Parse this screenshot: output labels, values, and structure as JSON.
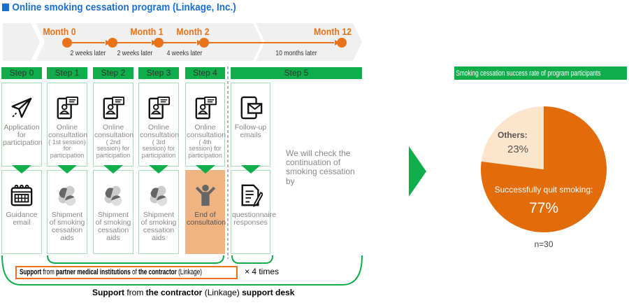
{
  "title": "Online smoking cessation program (Linkage, Inc.)",
  "timeline": {
    "months": [
      "Month 0",
      "Month 1",
      "Month 2",
      "Month 12"
    ],
    "intervals": [
      "2 weeks later",
      "2 weeks later",
      "4 weeks later",
      "10 months later"
    ]
  },
  "steps": [
    {
      "label": "Step 0",
      "top": "Application for participation",
      "bottom": "Guidance email"
    },
    {
      "label": "Step 1",
      "top": "Online consultation",
      "top_small": "( 1st session) for participation",
      "bottom": "Shipment of smoking cessation aids"
    },
    {
      "label": "Step 2",
      "top": "Online consultation",
      "top_small": "( 2nd session) for participation",
      "bottom": "Shipment of smoking cessation aids"
    },
    {
      "label": "Step 3",
      "top": "Online consultation",
      "top_small": "( 3rd session) for participation",
      "bottom": "Shipment of smoking cessation aids"
    },
    {
      "label": "Step 4",
      "top": "Online consultation",
      "top_small": "( 4th session) for participation",
      "bottom": "End of consultation"
    },
    {
      "label": "Step 5",
      "top": "Follow-up emails",
      "bottom": "questionnaire responses"
    }
  ],
  "note": "We will check the continuation of smoking cessation by",
  "support_partner": {
    "b1": "Support",
    "t1": " from ",
    "b2": "partner medical institutions",
    "t2": " of ",
    "b3": "the contractor",
    "t3": " (Linkage)"
  },
  "times": "× 4 times",
  "support_desk": {
    "b1": "Support",
    "t1": " from ",
    "b2": "the contractor",
    "t2": " (Linkage) ",
    "b3": "support desk"
  },
  "chart_data": {
    "type": "pie",
    "title": "Smoking cessation success rate of program participants",
    "slices": [
      {
        "label": "Successfully quit smoking:",
        "value": 77,
        "value_label": "77%",
        "color": "#e36c0a"
      },
      {
        "label": "Others:",
        "value": 23,
        "value_label": "23%",
        "color": "#fde4cc"
      }
    ],
    "note": "n=30"
  }
}
